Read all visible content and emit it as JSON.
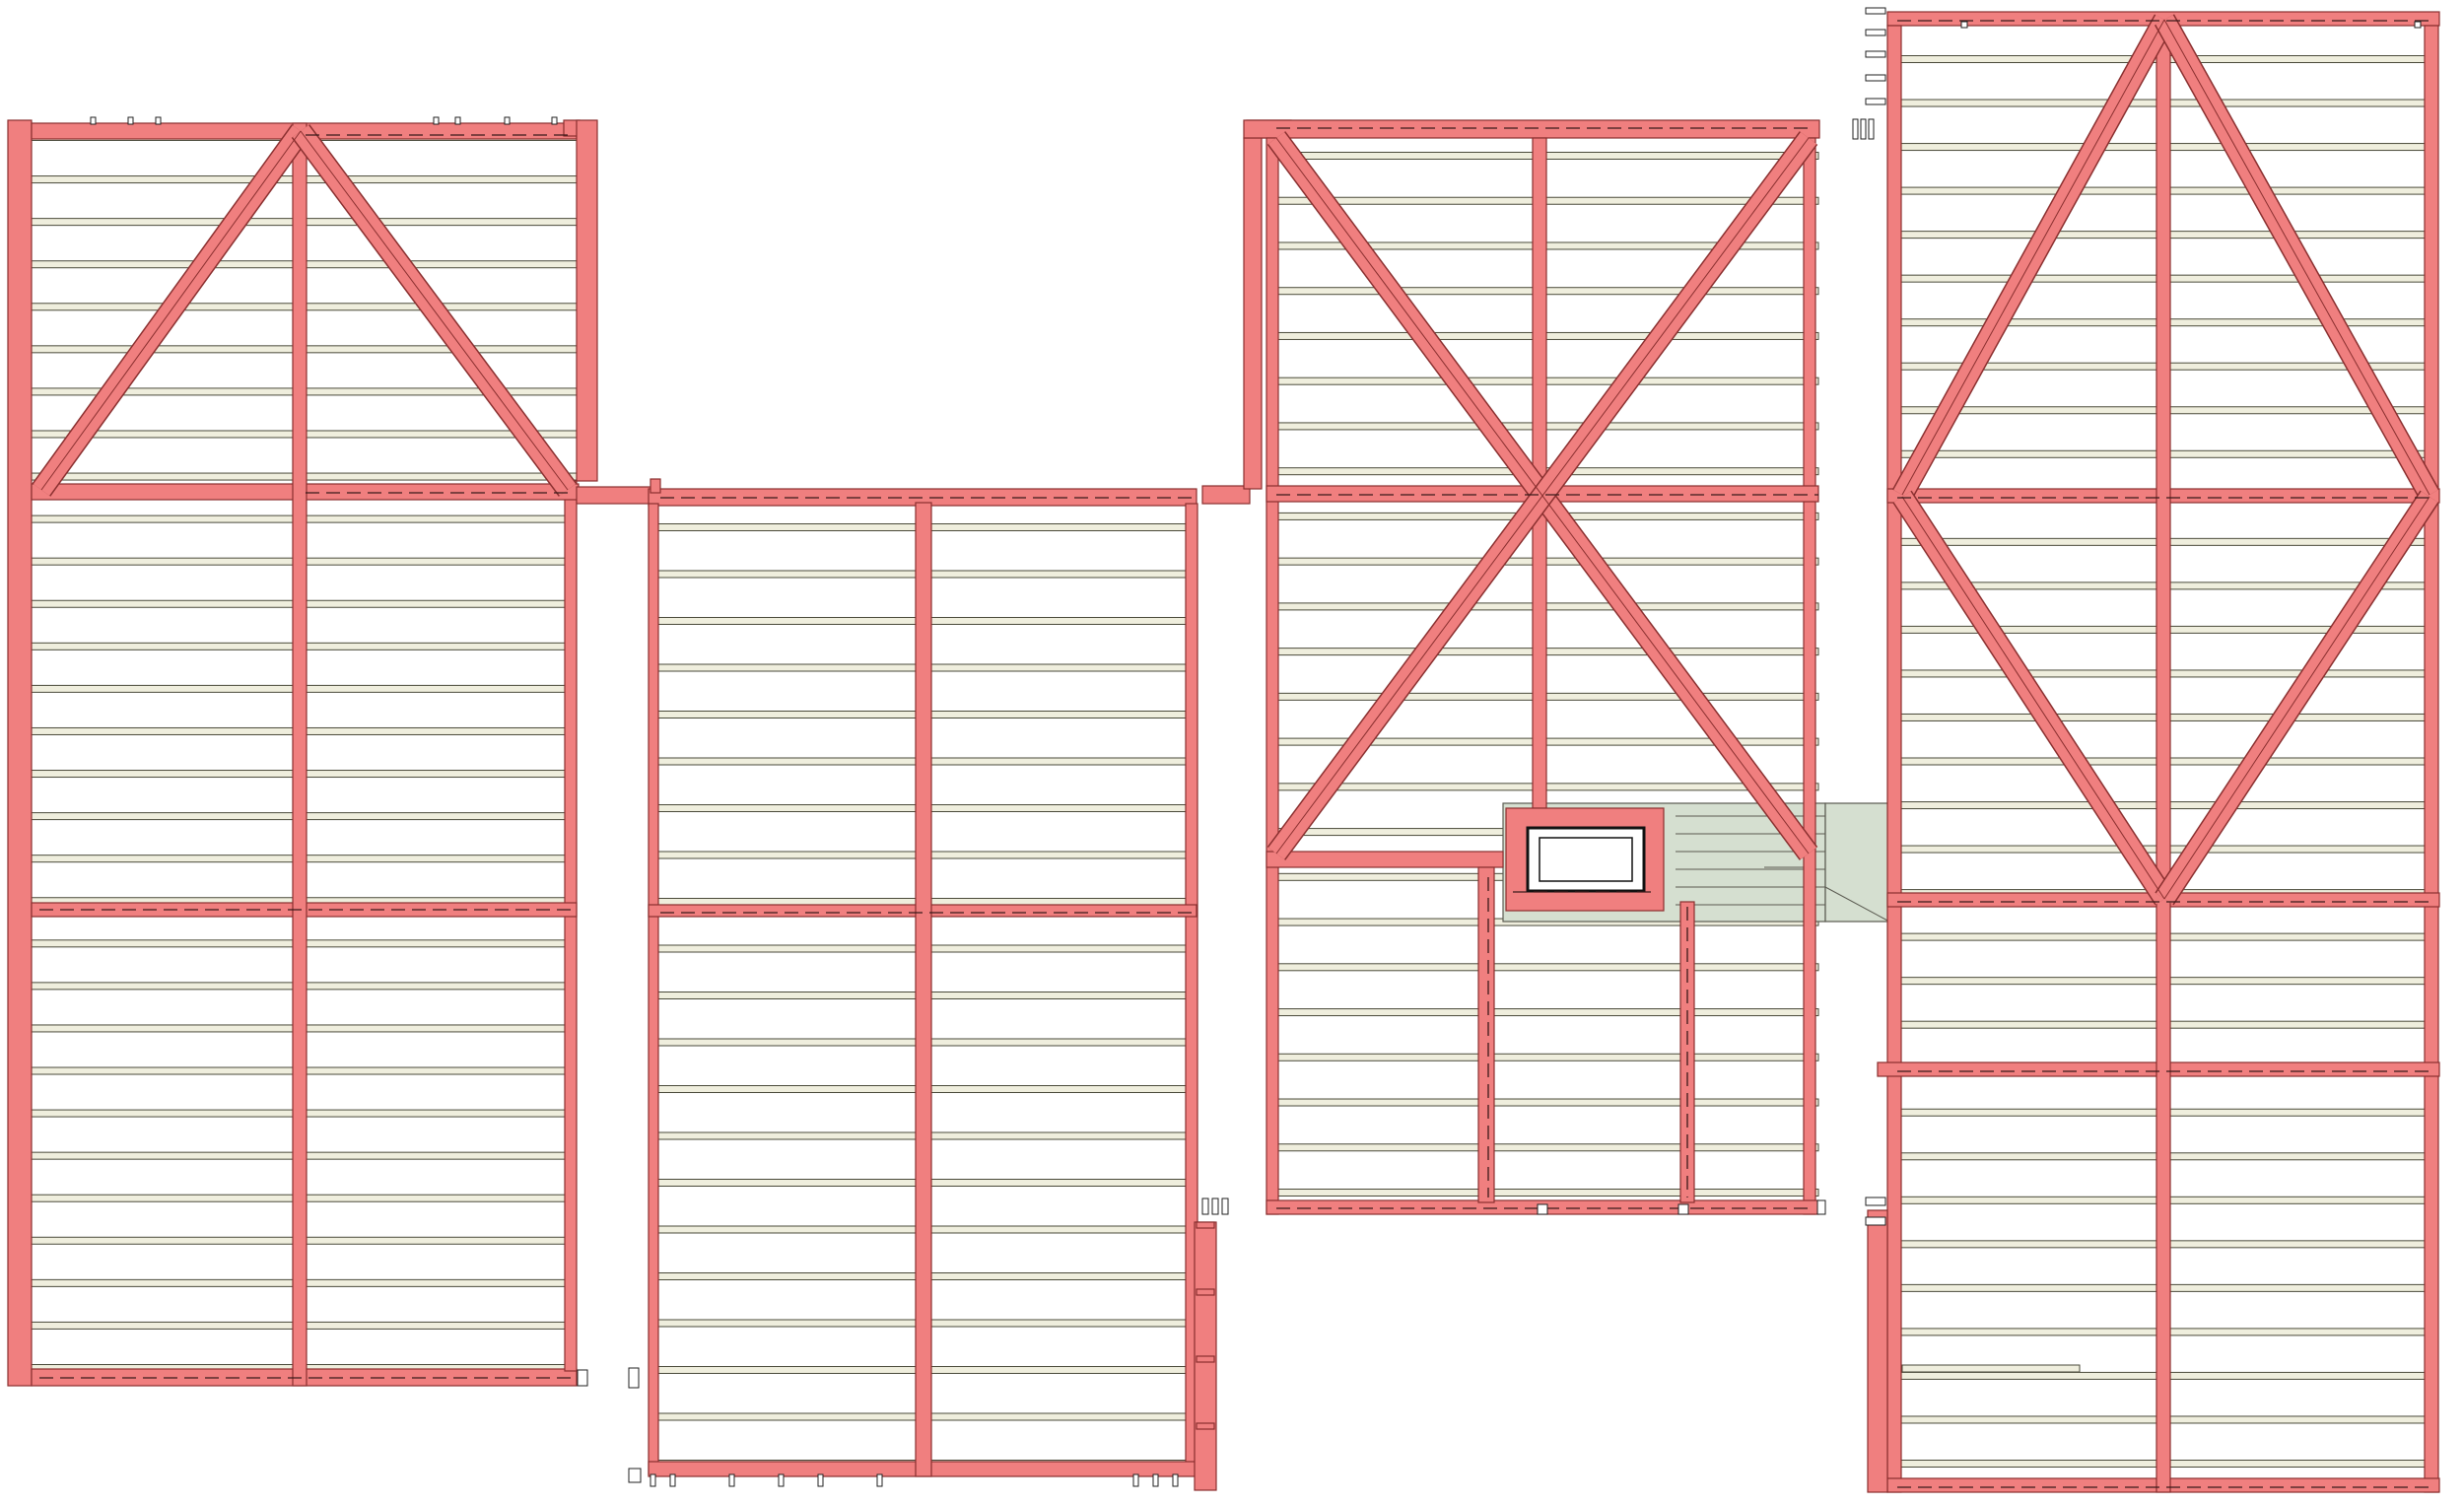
{
  "colors": {
    "beam_fill": "#f07f7f",
    "beam_stroke": "#8a2f2f",
    "joist_fill": "#efeedd",
    "joist_stroke": "#4a4a3a",
    "stair_fill": "#d5dfd0",
    "stair_stroke": "#5a5a50",
    "background": "#ffffff"
  },
  "drawing": {
    "type": "roof framing plan",
    "blocks": [
      {
        "name": "block-1",
        "joist_count": 30
      },
      {
        "name": "block-2",
        "joist_count": 21
      },
      {
        "name": "block-3",
        "joist_count": 24
      },
      {
        "name": "block-4",
        "joist_count": 33
      }
    ],
    "stair_opening": "stair-shaft",
    "text": []
  }
}
